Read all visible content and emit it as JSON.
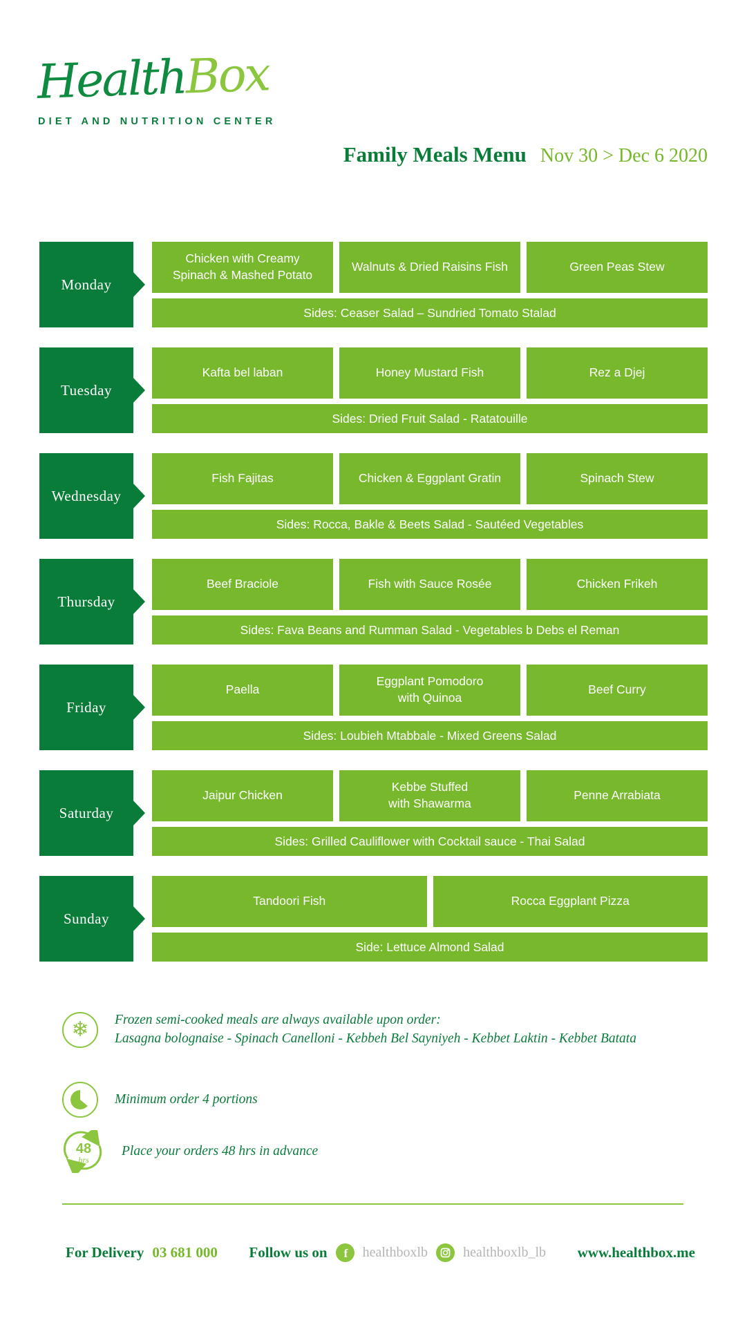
{
  "colors": {
    "dark_green": "#0a7c39",
    "light_green": "#77b82c",
    "logo_light_green": "#8cc63e",
    "date_green": "#76b82a",
    "handle_gray": "#b5b5b5",
    "white": "#ffffff"
  },
  "logo": {
    "part1": "Health",
    "part2": "Box",
    "subtitle": "DIET AND NUTRITION CENTER"
  },
  "header": {
    "title": "Family Meals Menu",
    "date_range": "Nov 30 > Dec 6 2020"
  },
  "menu": {
    "days": [
      {
        "label": "Monday",
        "meals": [
          "Chicken with Creamy\nSpinach & Mashed Potato",
          "Walnuts & Dried Raisins Fish",
          "Green Peas Stew"
        ],
        "sides": "Sides: Ceaser Salad – Sundried Tomato Stalad"
      },
      {
        "label": "Tuesday",
        "meals": [
          "Kafta bel laban",
          "Honey Mustard Fish",
          "Rez a Djej"
        ],
        "sides": "Sides: Dried Fruit Salad - Ratatouille"
      },
      {
        "label": "Wednesday",
        "meals": [
          "Fish Fajitas",
          "Chicken & Eggplant Gratin",
          "Spinach Stew"
        ],
        "sides": "Sides: Rocca, Bakle & Beets Salad - Sautéed Vegetables"
      },
      {
        "label": "Thursday",
        "meals": [
          "Beef Braciole",
          "Fish with Sauce Rosée",
          "Chicken Frikeh"
        ],
        "sides": "Sides: Fava Beans and Rumman Salad - Vegetables b Debs el Reman"
      },
      {
        "label": "Friday",
        "meals": [
          "Paella",
          "Eggplant Pomodoro\nwith Quinoa",
          "Beef Curry"
        ],
        "sides": "Sides: Loubieh Mtabbale - Mixed Greens Salad"
      },
      {
        "label": "Saturday",
        "meals": [
          "Jaipur Chicken",
          "Kebbe Stuffed\nwith Shawarma",
          "Penne Arrabiata"
        ],
        "sides": "Sides: Grilled Cauliflower with Cocktail sauce - Thai Salad"
      },
      {
        "label": "Sunday",
        "meals": [
          "Tandoori Fish",
          "Rocca Eggplant Pizza"
        ],
        "sides": "Side: Lettuce Almond Salad"
      }
    ]
  },
  "notes": {
    "frozen": {
      "icon": "snowflake-icon",
      "glyph": "❄",
      "line1": "Frozen semi-cooked meals are always available upon order:",
      "line2": "Lasagna bolognaise - Spinach Canelloni - Kebbeh Bel Sayniyeh - Kebbet Laktin - Kebbet Batata"
    },
    "minimum": {
      "icon": "pie-clock-icon",
      "text": "Minimum order 4 portions"
    },
    "advance": {
      "icon": "48hrs-icon",
      "badge_number": "48",
      "badge_unit": "hrs",
      "text": "Place your orders 48 hrs in advance"
    }
  },
  "footer": {
    "delivery_label": "For Delivery",
    "phone": "03 681 000",
    "follow_label": "Follow us on",
    "facebook_icon": "facebook-icon",
    "facebook_handle": "healthboxlb",
    "instagram_icon": "instagram-icon",
    "instagram_handle": "healthboxlb_lb",
    "website": "www.healthbox.me"
  }
}
